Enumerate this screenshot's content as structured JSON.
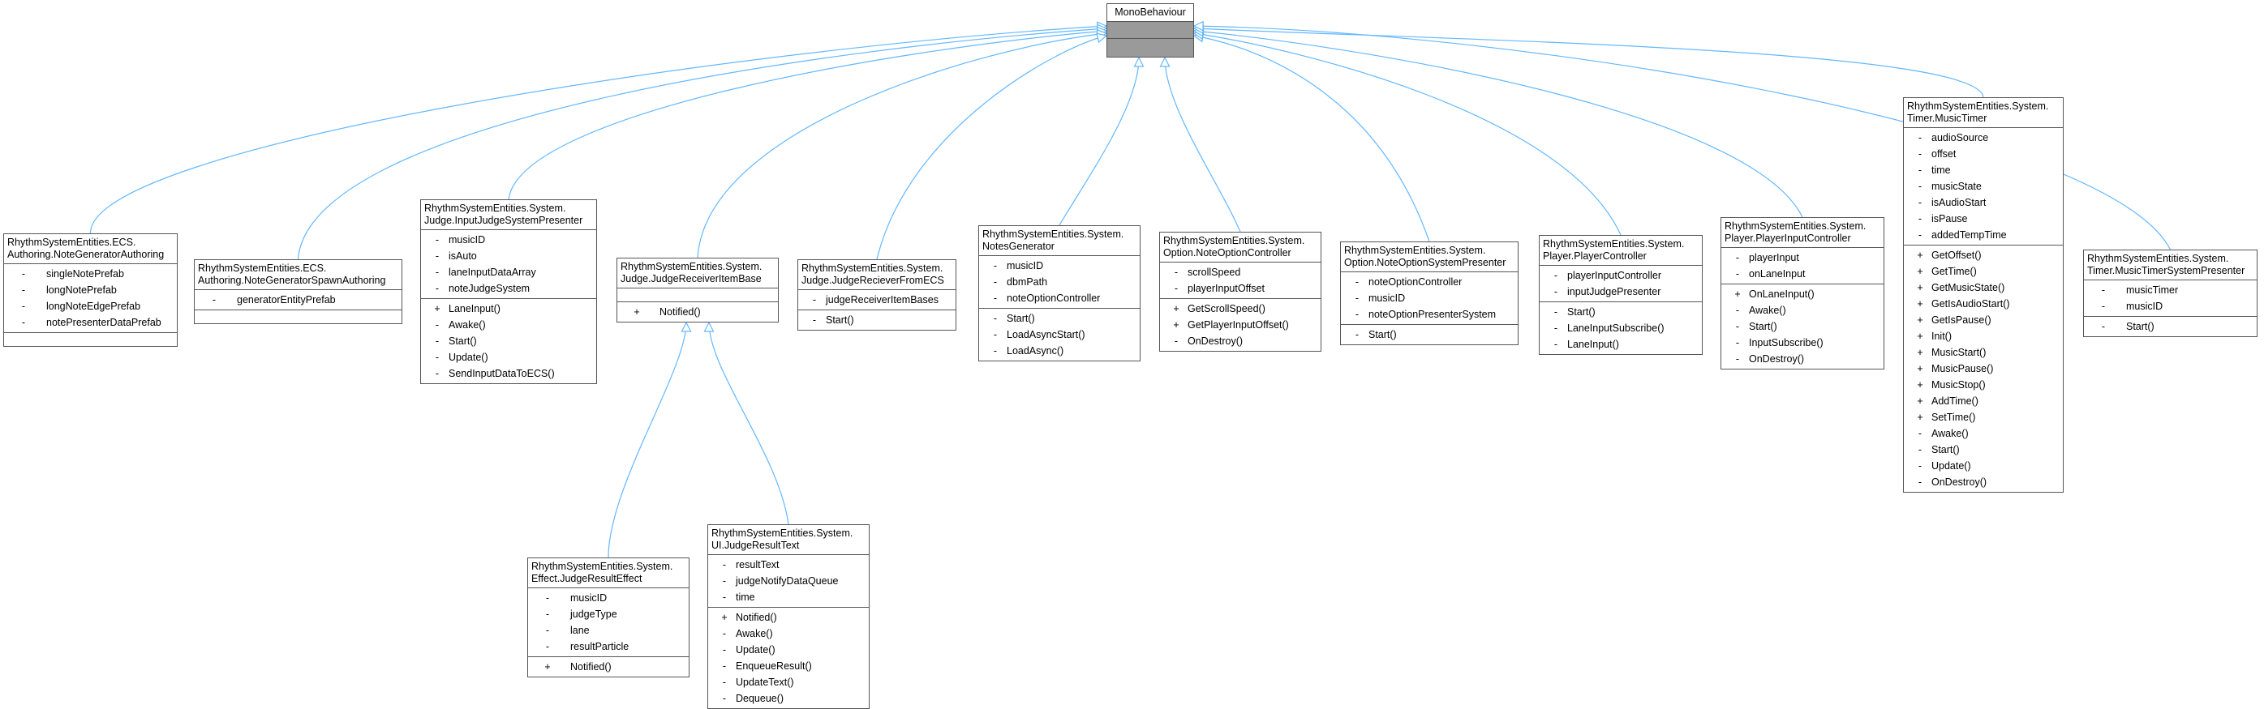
{
  "base": {
    "name": "MonoBehaviour"
  },
  "classes": [
    {
      "id": "c0",
      "title": [
        "RhythmSystemEntities.ECS.",
        "Authoring.NoteGeneratorAuthoring"
      ],
      "attrs": [
        [
          "-",
          "singleNotePrefab"
        ],
        [
          "-",
          "longNotePrefab"
        ],
        [
          "-",
          "longNoteEdgePrefab"
        ],
        [
          "-",
          "notePresenterDataPrefab"
        ]
      ],
      "ops": []
    },
    {
      "id": "c1",
      "title": [
        "RhythmSystemEntities.ECS.",
        "Authoring.NoteGeneratorSpawnAuthoring"
      ],
      "attrs": [
        [
          "-",
          "generatorEntityPrefab"
        ]
      ],
      "ops": []
    },
    {
      "id": "c2",
      "title": [
        "RhythmSystemEntities.System.",
        "Judge.InputJudgeSystemPresenter"
      ],
      "attrs": [
        [
          "-",
          "musicID"
        ],
        [
          "-",
          "isAuto"
        ],
        [
          "-",
          "laneInputDataArray"
        ],
        [
          "-",
          "noteJudgeSystem"
        ]
      ],
      "ops": [
        [
          "+",
          "LaneInput()"
        ],
        [
          "-",
          "Awake()"
        ],
        [
          "-",
          "Start()"
        ],
        [
          "-",
          "Update()"
        ],
        [
          "-",
          "SendInputDataToECS()"
        ]
      ]
    },
    {
      "id": "c3",
      "title": [
        "RhythmSystemEntities.System.",
        "Judge.JudgeReceiverItemBase"
      ],
      "attrs": [],
      "ops": [
        [
          "+",
          "Notified()"
        ]
      ]
    },
    {
      "id": "c4",
      "title": [
        "RhythmSystemEntities.System.",
        "Judge.JudgeRecieverFromECS"
      ],
      "attrs": [
        [
          "-",
          "judgeReceiverItemBases"
        ]
      ],
      "ops": [
        [
          "-",
          "Start()"
        ]
      ]
    },
    {
      "id": "c5",
      "title": [
        "RhythmSystemEntities.System.",
        "NotesGenerator"
      ],
      "attrs": [
        [
          "-",
          "musicID"
        ],
        [
          "-",
          "dbmPath"
        ],
        [
          "-",
          "noteOptionController"
        ]
      ],
      "ops": [
        [
          "-",
          "Start()"
        ],
        [
          "-",
          "LoadAsyncStart()"
        ],
        [
          "-",
          "LoadAsync()"
        ]
      ]
    },
    {
      "id": "c6",
      "title": [
        "RhythmSystemEntities.System.",
        "Option.NoteOptionController"
      ],
      "attrs": [
        [
          "-",
          "scrollSpeed"
        ],
        [
          "-",
          "playerInputOffset"
        ]
      ],
      "ops": [
        [
          "+",
          "GetScrollSpeed()"
        ],
        [
          "+",
          "GetPlayerInputOffset()"
        ],
        [
          "-",
          "OnDestroy()"
        ]
      ]
    },
    {
      "id": "c7",
      "title": [
        "RhythmSystemEntities.System.",
        "Option.NoteOptionSystemPresenter"
      ],
      "attrs": [
        [
          "-",
          "noteOptionController"
        ],
        [
          "-",
          "musicID"
        ],
        [
          "-",
          "noteOptionPresenterSystem"
        ]
      ],
      "ops": [
        [
          "-",
          "Start()"
        ]
      ]
    },
    {
      "id": "c8",
      "title": [
        "RhythmSystemEntities.System.",
        "Player.PlayerController"
      ],
      "attrs": [
        [
          "-",
          "playerInputController"
        ],
        [
          "-",
          "inputJudgePresenter"
        ]
      ],
      "ops": [
        [
          "-",
          "Start()"
        ],
        [
          "-",
          "LaneInputSubscribe()"
        ],
        [
          "-",
          "LaneInput()"
        ]
      ]
    },
    {
      "id": "c9",
      "title": [
        "RhythmSystemEntities.System.",
        "Player.PlayerInputController"
      ],
      "attrs": [
        [
          "-",
          "playerInput"
        ],
        [
          "-",
          "onLaneInput"
        ]
      ],
      "ops": [
        [
          "+",
          "OnLaneInput()"
        ],
        [
          "-",
          "Awake()"
        ],
        [
          "-",
          "Start()"
        ],
        [
          "-",
          "InputSubscribe()"
        ],
        [
          "-",
          "OnDestroy()"
        ]
      ]
    },
    {
      "id": "c10",
      "title": [
        "RhythmSystemEntities.System.",
        "Timer.MusicTimer"
      ],
      "attrs": [
        [
          "-",
          "audioSource"
        ],
        [
          "-",
          "offset"
        ],
        [
          "-",
          "time"
        ],
        [
          "-",
          "musicState"
        ],
        [
          "-",
          "isAudioStart"
        ],
        [
          "-",
          "isPause"
        ],
        [
          "-",
          "addedTempTime"
        ]
      ],
      "ops": [
        [
          "+",
          "GetOffset()"
        ],
        [
          "+",
          "GetTime()"
        ],
        [
          "+",
          "GetMusicState()"
        ],
        [
          "+",
          "GetIsAudioStart()"
        ],
        [
          "+",
          "GetIsPause()"
        ],
        [
          "+",
          "Init()"
        ],
        [
          "+",
          "MusicStart()"
        ],
        [
          "+",
          "MusicPause()"
        ],
        [
          "+",
          "MusicStop()"
        ],
        [
          "+",
          "AddTime()"
        ],
        [
          "+",
          "SetTime()"
        ],
        [
          "-",
          "Awake()"
        ],
        [
          "-",
          "Start()"
        ],
        [
          "-",
          "Update()"
        ],
        [
          "-",
          "OnDestroy()"
        ]
      ]
    },
    {
      "id": "c11",
      "title": [
        "RhythmSystemEntities.System.",
        "Timer.MusicTimerSystemPresenter"
      ],
      "attrs": [
        [
          "-",
          "musicTimer"
        ],
        [
          "-",
          "musicID"
        ]
      ],
      "ops": [
        [
          "-",
          "Start()"
        ]
      ]
    },
    {
      "id": "c12",
      "title": [
        "RhythmSystemEntities.System.",
        "Effect.JudgeResultEffect"
      ],
      "attrs": [
        [
          "-",
          "musicID"
        ],
        [
          "-",
          "judgeType"
        ],
        [
          "-",
          "lane"
        ],
        [
          "-",
          "resultParticle"
        ]
      ],
      "ops": [
        [
          "+",
          "Notified()"
        ]
      ]
    },
    {
      "id": "c13",
      "title": [
        "RhythmSystemEntities.System.",
        "UI.JudgeResultText"
      ],
      "attrs": [
        [
          "-",
          "resultText"
        ],
        [
          "-",
          "judgeNotifyDataQueue"
        ],
        [
          "-",
          "time"
        ]
      ],
      "ops": [
        [
          "+",
          "Notified()"
        ],
        [
          "-",
          "Awake()"
        ],
        [
          "-",
          "Update()"
        ],
        [
          "-",
          "EnqueueResult()"
        ],
        [
          "-",
          "UpdateText()"
        ],
        [
          "-",
          "Dequeue()"
        ]
      ]
    }
  ],
  "colors": {
    "edge": "#63b8ff",
    "border": "#555555",
    "base_fill": "#9a9a9a"
  }
}
